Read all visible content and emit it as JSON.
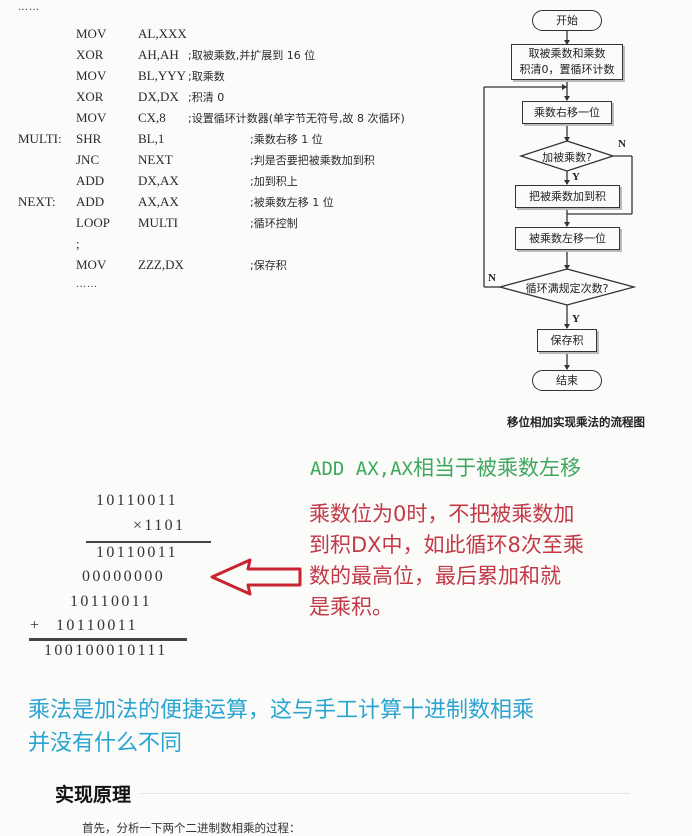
{
  "assembly": {
    "leading_dots": "……",
    "lines": [
      {
        "label": "",
        "op": "MOV",
        "arg": "AL,XXX",
        "comment": ""
      },
      {
        "label": "",
        "op": "XOR",
        "arg": "AH,AH",
        "comment": ";取被乘数,并扩展到 16 位"
      },
      {
        "label": "",
        "op": "MOV",
        "arg": "BL,YYY",
        "comment": ";取乘数"
      },
      {
        "label": "",
        "op": "XOR",
        "arg": "DX,DX",
        "comment": ";积清 0"
      },
      {
        "label": "",
        "op": "MOV",
        "arg": "CX,8",
        "comment": ";设置循环计数器(单字节无符号,故 8 次循环)"
      },
      {
        "label": "MULTI:",
        "op": "SHR",
        "arg": "BL,1",
        "comment": ";乘数右移 1 位"
      },
      {
        "label": "",
        "op": "JNC",
        "arg": "NEXT",
        "comment": ";判是否要把被乘数加到积"
      },
      {
        "label": "",
        "op": "ADD",
        "arg": "DX,AX",
        "comment": ";加到积上"
      },
      {
        "label": "NEXT:",
        "op": "ADD",
        "arg": "AX,AX",
        "comment": ";被乘数左移 1 位"
      },
      {
        "label": "",
        "op": "LOOP",
        "arg": "MULTI",
        "comment": ";循环控制"
      },
      {
        "label": "",
        "op": ";",
        "arg": "",
        "comment": ""
      },
      {
        "label": "",
        "op": "MOV",
        "arg": "ZZZ,DX",
        "comment": ";保存积"
      },
      {
        "label": "",
        "op": "……",
        "arg": "",
        "comment": ""
      }
    ]
  },
  "flowchart": {
    "start": "开始",
    "init_line1": "取被乘数和乘数",
    "init_line2": "积清0，置循环计数",
    "shift_right": "乘数右移一位",
    "decision_add": "加被乘数?",
    "add_to_product": "把被乘数加到积",
    "shift_left": "被乘数左移一位",
    "decision_loop": "循环满规定次数?",
    "save": "保存积",
    "end": "结束",
    "yes": "Y",
    "no": "N",
    "caption": "移位相加实现乘法的流程图"
  },
  "binary_calc": {
    "multiplicand": "10110011",
    "multiplier": "×1101",
    "partial1": "10110011",
    "partial2": "00000000",
    "partial3": "10110011",
    "partial4_sign": "+",
    "partial4": "10110011",
    "result": "100100010111"
  },
  "annotations": {
    "green_prefix": "ADD AX,AX",
    "green_suffix": "相当于被乘数左移",
    "red_lines": [
      "乘数位为0时，不把被乘数加",
      "到积DX中，如此循环8次至乘",
      "数的最高位，最后累加和就",
      "是乘积。"
    ],
    "blue_lines": [
      "乘法是加法的便捷运算，这与手工计算十进制数相乘",
      "并没有什么不同"
    ],
    "colors": {
      "green": "#3fa85e",
      "red": "#c23a47",
      "blue": "#2aa4d1",
      "arrow": "#c8242f"
    }
  },
  "section": {
    "heading": "实现原理",
    "paragraph": "首先，分析一下两个二进制数相乘的过程："
  }
}
